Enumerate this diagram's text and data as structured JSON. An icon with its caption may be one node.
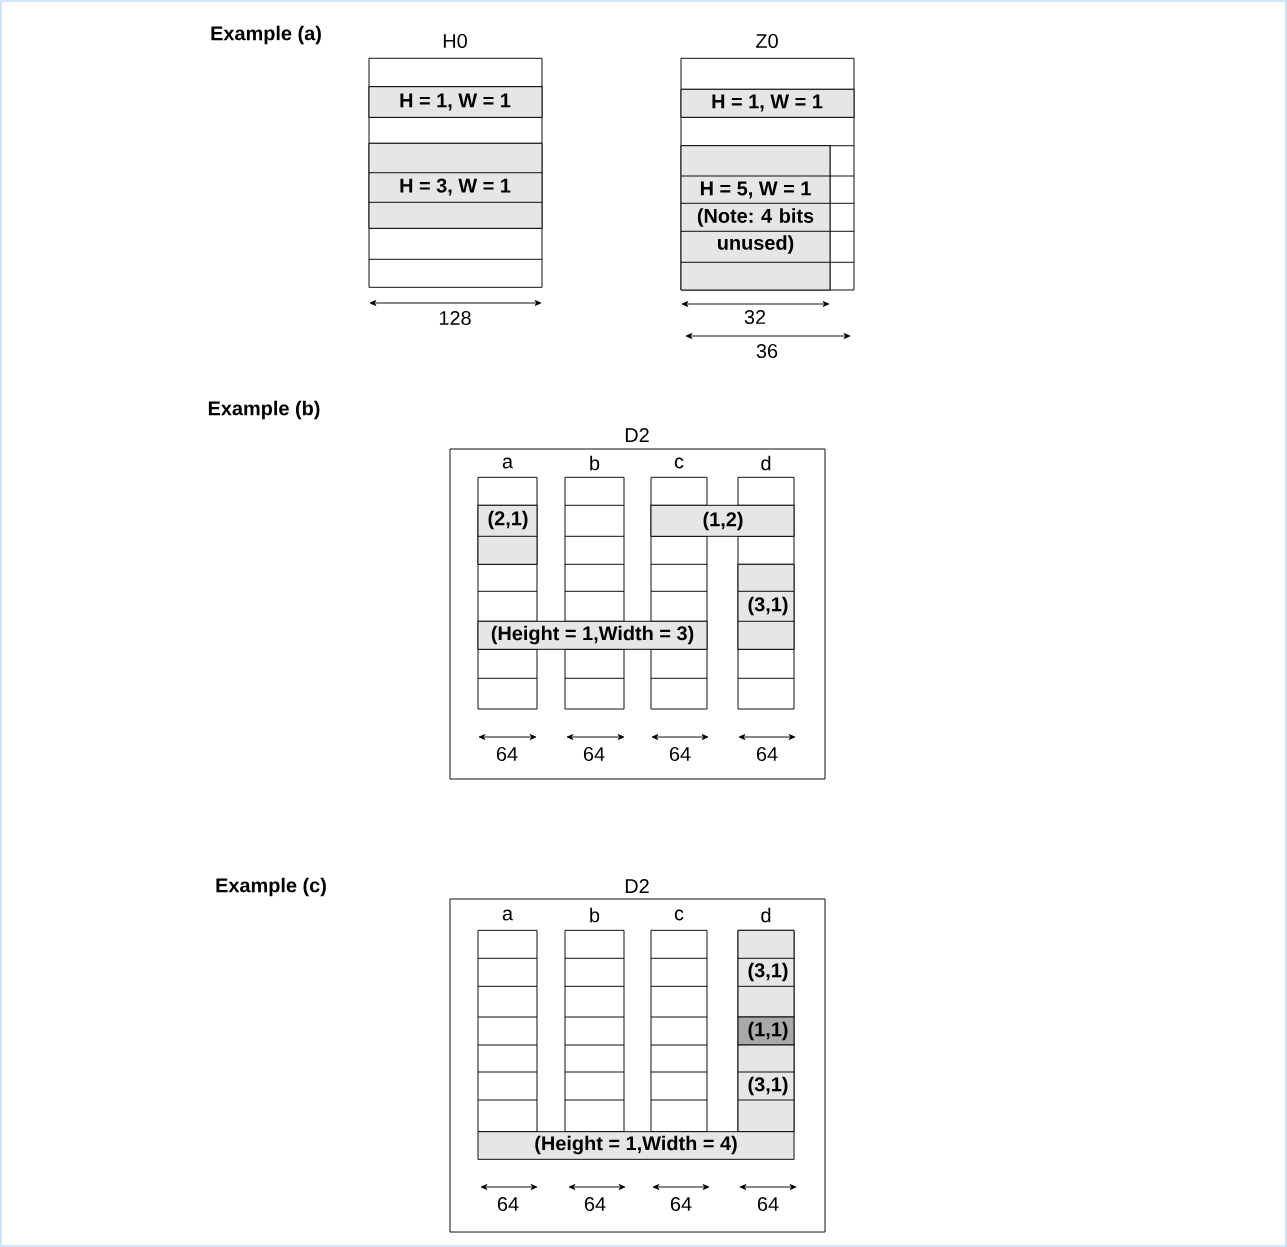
{
  "diagram": {
    "nodes": [
      {
        "text": [
          "H0"
        ]
      },
      {
        "text": [
          "H = 1, W = 1"
        ],
        "in": 0
      },
      {
        "text": [
          "H = 3, W = 1"
        ],
        "in": 0
      },
      {
        "text": [
          "Z0"
        ]
      },
      {
        "text": [
          "H = 1, W = 1"
        ],
        "in": 3
      },
      {
        "text": [
          "H = 5, W = 1",
          "(Note: 4 bits unused)"
        ],
        "in": 3
      },
      {
        "text": [
          "D2"
        ]
      },
      {
        "text": [
          "a"
        ],
        "in": 6
      },
      {
        "text": [
          "(2,1)"
        ],
        "in": 7
      },
      {
        "text": [
          "b"
        ],
        "in": 6
      },
      {
        "text": [
          "c"
        ],
        "in": 6
      },
      {
        "text": [
          "d"
        ],
        "in": 6
      },
      {
        "text": [
          "(1,2)"
        ],
        "in": 6
      },
      {
        "text": [
          "(3,1)"
        ],
        "in": 11
      },
      {
        "text": [
          "(Height = 1,Width = 3)"
        ],
        "in": 6
      },
      {
        "text": [
          "D2"
        ]
      },
      {
        "text": [
          "a"
        ],
        "in": 15
      },
      {
        "text": [
          "b"
        ],
        "in": 15
      },
      {
        "text": [
          "c"
        ],
        "in": 15
      },
      {
        "text": [
          "d"
        ],
        "in": 15
      },
      {
        "text": [
          "(3,1)"
        ],
        "in": 19
      },
      {
        "text": [
          "(1,1)"
        ],
        "in": 19
      },
      {
        "text": [
          "(3,1)"
        ],
        "in": 19
      },
      {
        "text": [
          "(Height = 1,Width = 4)"
        ],
        "in": 15
      }
    ],
    "labels": [
      "Example (a)",
      "128",
      "32",
      "36",
      "Example (b)",
      "64",
      "64",
      "64",
      "64",
      "Example (c)",
      "64",
      "64",
      "64",
      "64"
    ]
  }
}
